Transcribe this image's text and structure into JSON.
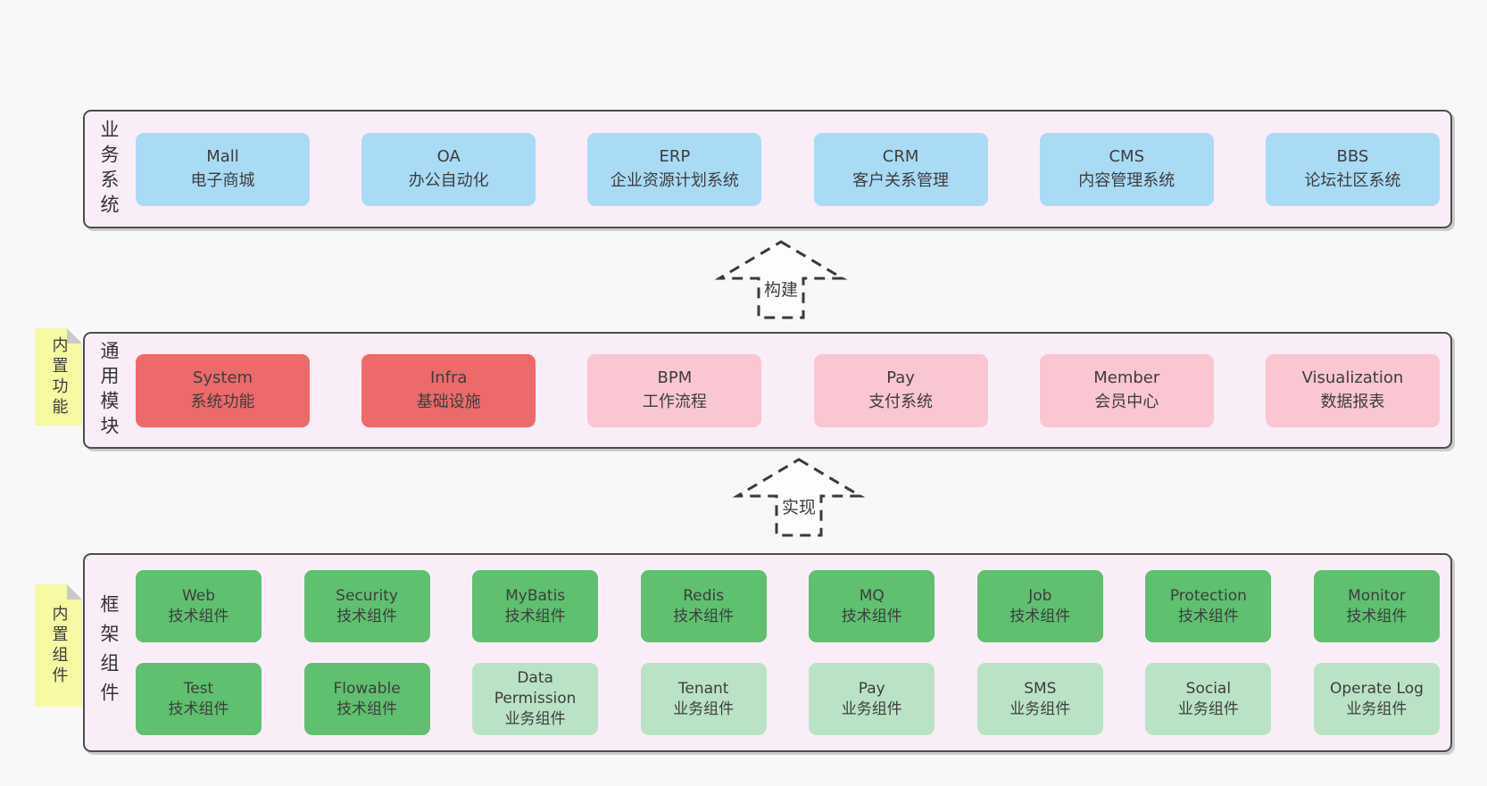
{
  "arrows": [
    {
      "label": "构建"
    },
    {
      "label": "实现"
    }
  ],
  "layers": [
    {
      "label_vertical": "业务系统",
      "boxes": [
        {
          "name": "Mall",
          "desc": "电子商城",
          "variant": "blue"
        },
        {
          "name": "OA",
          "desc": "办公自动化",
          "variant": "blue"
        },
        {
          "name": "ERP",
          "desc": "企业资源计划系统",
          "variant": "blue"
        },
        {
          "name": "CRM",
          "desc": "客户关系管理",
          "variant": "blue"
        },
        {
          "name": "CMS",
          "desc": "内容管理系统",
          "variant": "blue"
        },
        {
          "name": "BBS",
          "desc": "论坛社区系统",
          "variant": "blue"
        }
      ]
    },
    {
      "label_vertical": "通用模块",
      "sticky_note": "内置功能",
      "boxes": [
        {
          "name": "System",
          "desc": "系统功能",
          "variant": "red"
        },
        {
          "name": "Infra",
          "desc": "基础设施",
          "variant": "red"
        },
        {
          "name": "BPM",
          "desc": "工作流程",
          "variant": "pink"
        },
        {
          "name": "Pay",
          "desc": "支付系统",
          "variant": "pink"
        },
        {
          "name": "Member",
          "desc": "会员中心",
          "variant": "pink"
        },
        {
          "name": "Visualization",
          "desc": "数据报表",
          "variant": "pink"
        }
      ]
    },
    {
      "label_vertical": "框架组件",
      "sticky_note": "内置组件",
      "rows": [
        [
          {
            "name": "Web",
            "desc": "技术组件",
            "variant": "green"
          },
          {
            "name": "Security",
            "desc": "技术组件",
            "variant": "green"
          },
          {
            "name": "MyBatis",
            "desc": "技术组件",
            "variant": "green"
          },
          {
            "name": "Redis",
            "desc": "技术组件",
            "variant": "green"
          },
          {
            "name": "MQ",
            "desc": "技术组件",
            "variant": "green"
          },
          {
            "name": "Job",
            "desc": "技术组件",
            "variant": "green"
          },
          {
            "name": "Protection",
            "desc": "技术组件",
            "variant": "green"
          },
          {
            "name": "Monitor",
            "desc": "技术组件",
            "variant": "green"
          }
        ],
        [
          {
            "name": "Test",
            "desc": "技术组件",
            "variant": "green"
          },
          {
            "name": "Flowable",
            "desc": "技术组件",
            "variant": "green"
          },
          {
            "name": "Data Permission",
            "desc": "业务组件",
            "variant": "green-light"
          },
          {
            "name": "Tenant",
            "desc": "业务组件",
            "variant": "green-light"
          },
          {
            "name": "Pay",
            "desc": "业务组件",
            "variant": "green-light"
          },
          {
            "name": "SMS",
            "desc": "业务组件",
            "variant": "green-light"
          },
          {
            "name": "Social",
            "desc": "业务组件",
            "variant": "green-light"
          },
          {
            "name": "Operate Log",
            "desc": "业务组件",
            "variant": "green-light"
          }
        ]
      ]
    }
  ],
  "colors": {
    "page_bg": "#f8f8f8",
    "container_bg": "#f9eef8",
    "container_border": "#4d4d4d",
    "blue": "#a9dbf5",
    "red": "#ed6a6a",
    "pink": "#f9c6d1",
    "green_dark": "#5fc06f",
    "green_light": "#bae3c5",
    "note_yellow": "#f7f9a3",
    "text": "#3d3d3d"
  }
}
